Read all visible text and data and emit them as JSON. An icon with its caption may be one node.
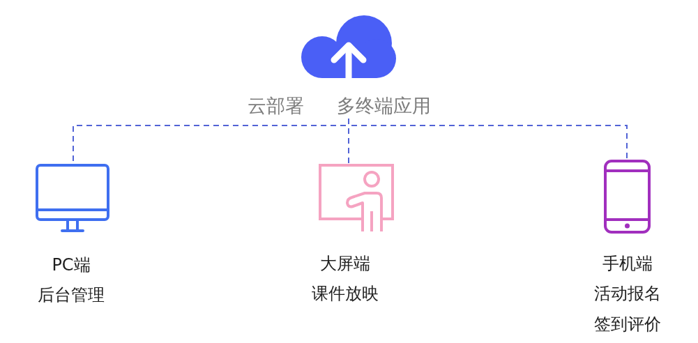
{
  "diagram": {
    "nodes": [
      {
        "text": [
          "云部署",
          "多终端应用"
        ]
      },
      {
        "text": [
          "PC端",
          "后台管理"
        ]
      },
      {
        "text": [
          "大屏端",
          "课件放映"
        ]
      },
      {
        "text": [
          "手机端",
          "活动报名",
          "签到评价"
        ]
      }
    ],
    "edges": [
      {
        "from": 0,
        "to": 1,
        "arrow": "none",
        "style": "dashed"
      },
      {
        "from": 0,
        "to": 2,
        "arrow": "none",
        "style": "dashed"
      },
      {
        "from": 0,
        "to": 3,
        "arrow": "none",
        "style": "dashed"
      }
    ]
  }
}
